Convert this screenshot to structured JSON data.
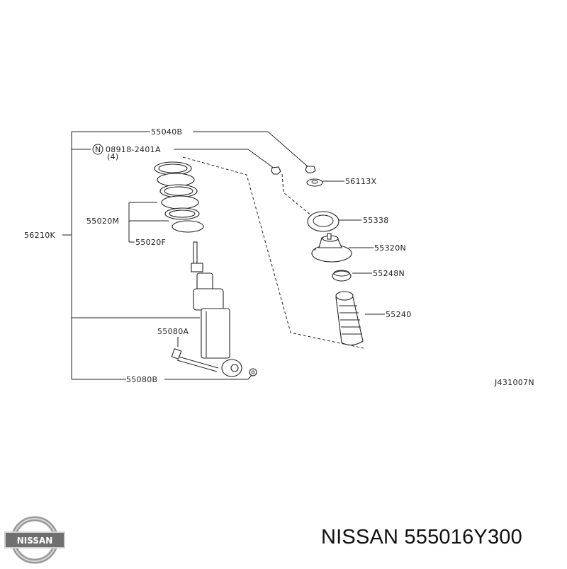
{
  "diagram": {
    "labels": {
      "p55040b": "55040B",
      "p08918": "08918-2401A",
      "p08918_qty": "(4)",
      "p56113x": "56113X",
      "p55338": "55338",
      "p55320n": "55320N",
      "p55248n": "55248N",
      "p55240": "55240",
      "p55020m": "55020M",
      "p55020f": "55020F",
      "p56210k": "56210K",
      "p55080a": "55080A",
      "p55080b": "55080B",
      "circle_n": "N",
      "ref_code": "J431007N"
    }
  },
  "brand": {
    "logo_text": "NISSAN",
    "part_number_line": "NISSAN 555016Y300"
  }
}
